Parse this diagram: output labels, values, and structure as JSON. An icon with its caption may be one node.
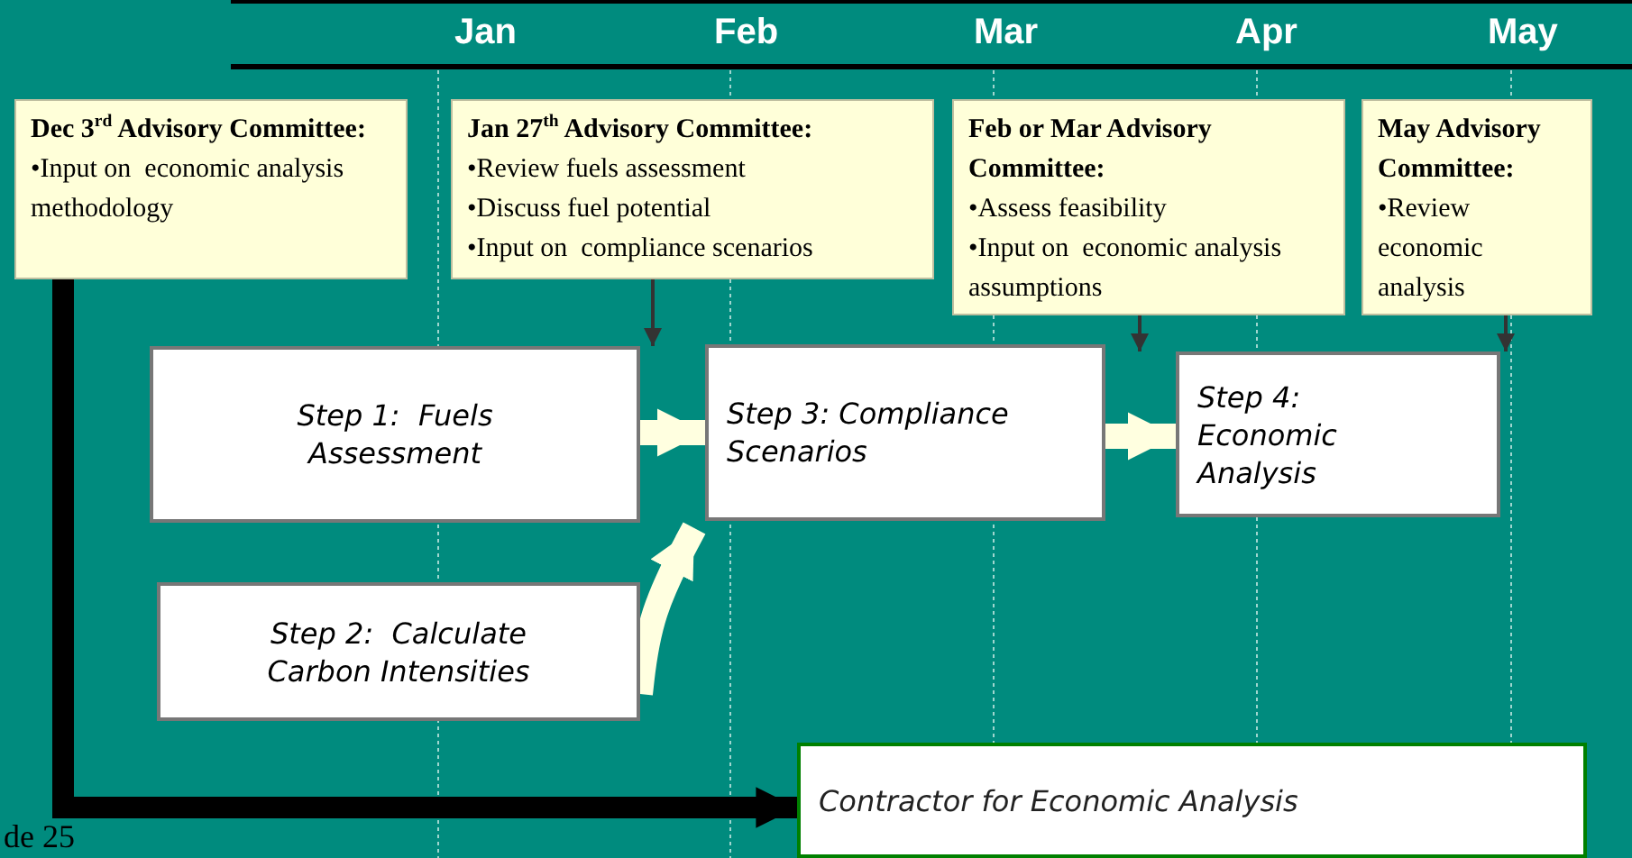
{
  "diagram": {
    "nodes": [
      {
        "text": [
          "Dec 3$^{rd}$ Advisory Committee:",
          "•Input on  economic analysis methodology"
        ]
      },
      {
        "text": [
          "Jan 27$^{th}$ Advisory Committee:",
          "•Review fuels assessment",
          "•Discuss fuel potential",
          "•Input on  compliance scenarios"
        ]
      },
      {
        "text": [
          "Feb or Mar Advisory Committee:",
          "•Assess feasibility",
          "•Input on  economic analysis assumptions"
        ]
      },
      {
        "text": [
          "May Advisory Committee:",
          "•Review economic analysis"
        ]
      },
      {
        "text": [
          "Step 1:  Fuels Assessment"
        ]
      },
      {
        "text": [
          "Step 3: Compliance Scenarios"
        ]
      },
      {
        "text": [
          "Step 4: Economic Analysis"
        ]
      },
      {
        "text": [
          "Step 2:  Calculate Carbon Intensities"
        ]
      },
      {
        "text": [
          "Contractor for Economic Analysis"
        ]
      }
    ],
    "edges": [
      {
        "from": 0,
        "to": 8,
        "arrow": "to",
        "color": "#000000"
      },
      {
        "from": 1,
        "to": 4,
        "arrow": "to",
        "color": "#333333"
      },
      {
        "from": 2,
        "to": 6,
        "arrow": "to",
        "color": "#333333"
      },
      {
        "from": 3,
        "to": 6,
        "arrow": "to",
        "color": "#333333"
      },
      {
        "from": 4,
        "to": 5,
        "arrow": "to",
        "color": "#ffffe0"
      },
      {
        "from": 5,
        "to": 6,
        "arrow": "to",
        "color": "#ffffe0"
      },
      {
        "from": 7,
        "to": 5,
        "arrow": "to",
        "color": "#ffffe0"
      }
    ],
    "labels": [
      "Jan",
      "Feb",
      "Mar",
      "Apr",
      "May",
      "de 25"
    ]
  }
}
